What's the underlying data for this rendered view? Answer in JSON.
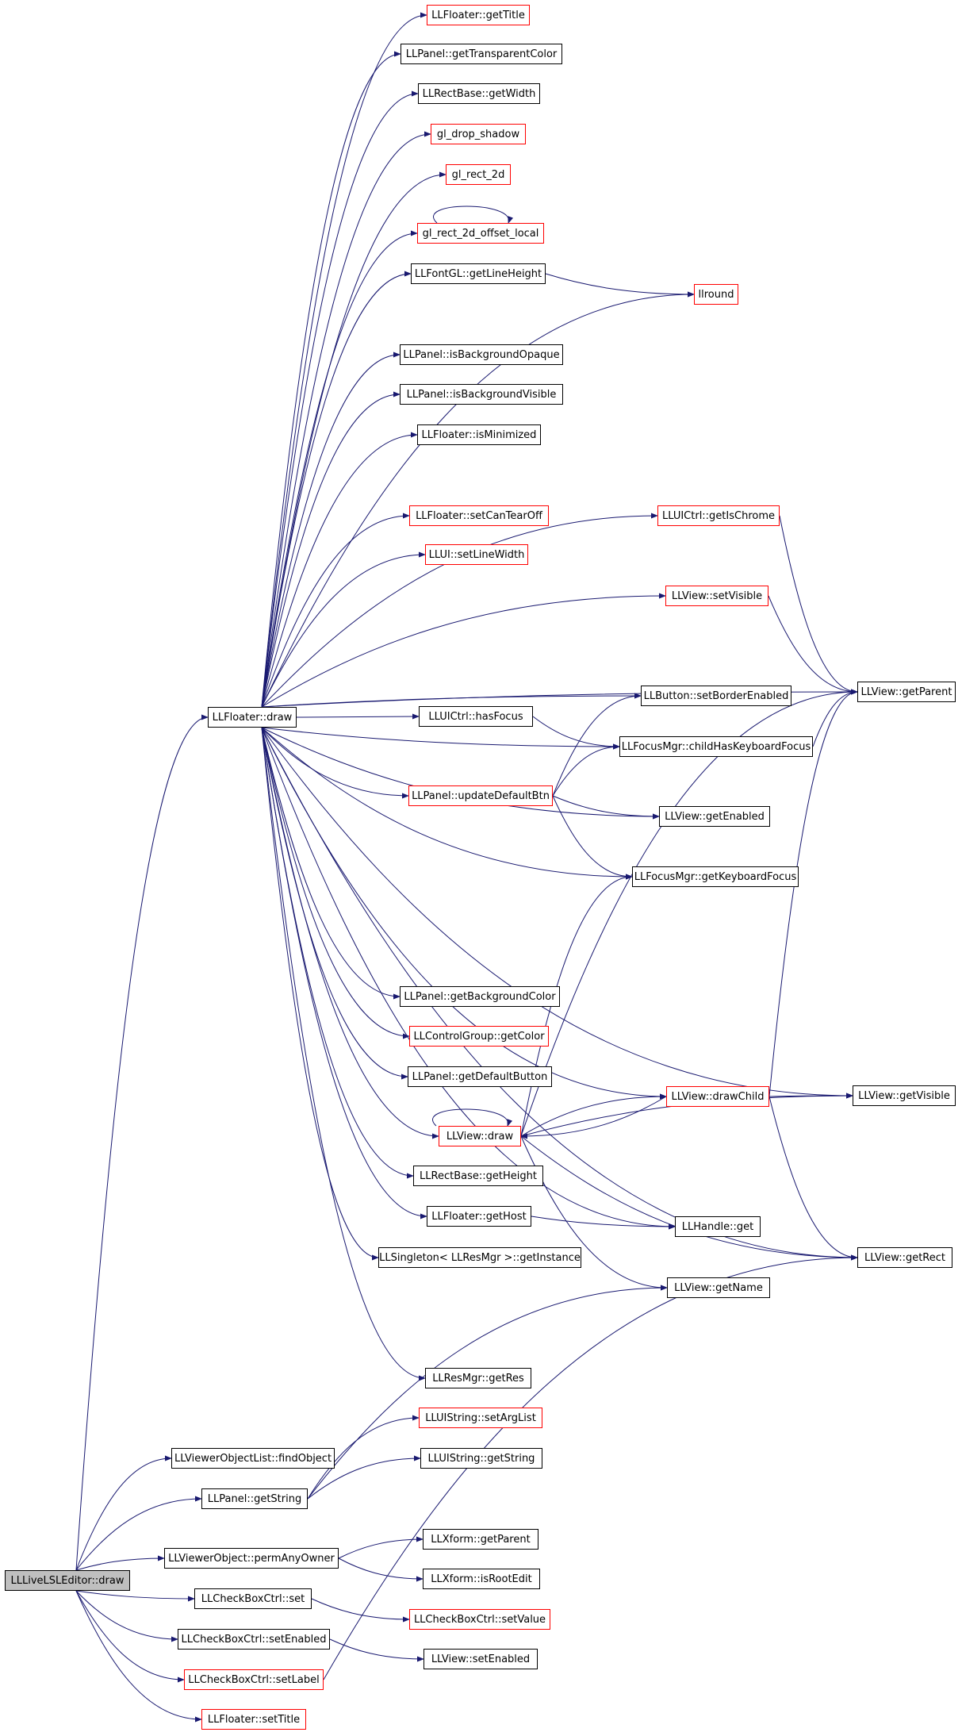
{
  "graph": {
    "colors": {
      "edge": "#191970",
      "border_default": "#000000",
      "border_truncated": "#ff0000",
      "root_fill": "#bfbfbf"
    },
    "nodes": [
      {
        "id": "lllivelsleditor_draw",
        "label": "LLLiveLSLEditor::draw",
        "style": "root"
      },
      {
        "id": "llfloater_draw",
        "label": "LLFloater::draw",
        "style": "black"
      },
      {
        "id": "llfloater_gettitle",
        "label": "LLFloater::getTitle",
        "style": "red"
      },
      {
        "id": "llpanel_gettransparentcolor",
        "label": "LLPanel::getTransparentColor",
        "style": "black"
      },
      {
        "id": "llrectbase_getwidth",
        "label": "LLRectBase::getWidth",
        "style": "black"
      },
      {
        "id": "gl_drop_shadow",
        "label": "gl_drop_shadow",
        "style": "red"
      },
      {
        "id": "gl_rect_2d",
        "label": "gl_rect_2d",
        "style": "red"
      },
      {
        "id": "gl_rect_2d_offset_local",
        "label": "gl_rect_2d_offset_local",
        "style": "red"
      },
      {
        "id": "llfontgl_getlineheight",
        "label": "LLFontGL::getLineHeight",
        "style": "black"
      },
      {
        "id": "llround",
        "label": "llround",
        "style": "red"
      },
      {
        "id": "llpanel_isbackgroundopaque",
        "label": "LLPanel::isBackgroundOpaque",
        "style": "black"
      },
      {
        "id": "llpanel_isbackgroundvisible",
        "label": "LLPanel::isBackgroundVisible",
        "style": "black"
      },
      {
        "id": "llfloater_isminimized",
        "label": "LLFloater::isMinimized",
        "style": "black"
      },
      {
        "id": "llfloater_setcantearoff",
        "label": "LLFloater::setCanTearOff",
        "style": "red"
      },
      {
        "id": "lluictrl_getischrome",
        "label": "LLUICtrl::getIsChrome",
        "style": "red"
      },
      {
        "id": "llui_setlinewidth",
        "label": "LLUI::setLineWidth",
        "style": "red"
      },
      {
        "id": "llview_setvisible",
        "label": "LLView::setVisible",
        "style": "red"
      },
      {
        "id": "llview_getparent",
        "label": "LLView::getParent",
        "style": "black"
      },
      {
        "id": "llbutton_setborderenabled",
        "label": "LLButton::setBorderEnabled",
        "style": "black"
      },
      {
        "id": "lluictrl_hasfocus",
        "label": "LLUICtrl::hasFocus",
        "style": "black"
      },
      {
        "id": "llfocusmgr_childhaskeyboardfocus",
        "label": "LLFocusMgr::childHasKeyboardFocus",
        "style": "black"
      },
      {
        "id": "llpanel_updatedefaultbtn",
        "label": "LLPanel::updateDefaultBtn",
        "style": "red"
      },
      {
        "id": "llview_getenabled",
        "label": "LLView::getEnabled",
        "style": "black"
      },
      {
        "id": "llfocusmgr_getkeyboardfocus",
        "label": "LLFocusMgr::getKeyboardFocus",
        "style": "black"
      },
      {
        "id": "llpanel_getbackgroundcolor",
        "label": "LLPanel::getBackgroundColor",
        "style": "black"
      },
      {
        "id": "llcontrolgroup_getcolor",
        "label": "LLControlGroup::getColor",
        "style": "red"
      },
      {
        "id": "llpanel_getdefaultbutton",
        "label": "LLPanel::getDefaultButton",
        "style": "black"
      },
      {
        "id": "llview_drawchild",
        "label": "LLView::drawChild",
        "style": "red"
      },
      {
        "id": "llview_getvisible",
        "label": "LLView::getVisible",
        "style": "black"
      },
      {
        "id": "llview_draw",
        "label": "LLView::draw",
        "style": "red"
      },
      {
        "id": "llrectbase_getheight",
        "label": "LLRectBase::getHeight",
        "style": "black"
      },
      {
        "id": "llfloater_gethost",
        "label": "LLFloater::getHost",
        "style": "black"
      },
      {
        "id": "llhandle_get",
        "label": "LLHandle::get",
        "style": "black"
      },
      {
        "id": "llsingleton_getinstance",
        "label": "LLSingleton< LLResMgr >::getInstance",
        "style": "black"
      },
      {
        "id": "llview_getrect",
        "label": "LLView::getRect",
        "style": "black"
      },
      {
        "id": "llview_getname",
        "label": "LLView::getName",
        "style": "black"
      },
      {
        "id": "llresmgr_getres",
        "label": "LLResMgr::getRes",
        "style": "black"
      },
      {
        "id": "lluistring_setarglist",
        "label": "LLUIString::setArgList",
        "style": "red"
      },
      {
        "id": "llviewerobjectlist_findobject",
        "label": "LLViewerObjectList::findObject",
        "style": "black"
      },
      {
        "id": "lluistring_getstring",
        "label": "LLUIString::getString",
        "style": "black"
      },
      {
        "id": "llpanel_getstring",
        "label": "LLPanel::getString",
        "style": "black"
      },
      {
        "id": "llxform_getparent",
        "label": "LLXform::getParent",
        "style": "black"
      },
      {
        "id": "llviewerobject_permanyowner",
        "label": "LLViewerObject::permAnyOwner",
        "style": "black"
      },
      {
        "id": "llxform_isrootedit",
        "label": "LLXform::isRootEdit",
        "style": "black"
      },
      {
        "id": "llcheckboxctrl_set",
        "label": "LLCheckBoxCtrl::set",
        "style": "black"
      },
      {
        "id": "llcheckboxctrl_setvalue",
        "label": "LLCheckBoxCtrl::setValue",
        "style": "red"
      },
      {
        "id": "llcheckboxctrl_setenabled",
        "label": "LLCheckBoxCtrl::setEnabled",
        "style": "black"
      },
      {
        "id": "llview_setenabled",
        "label": "LLView::setEnabled",
        "style": "black"
      },
      {
        "id": "llcheckboxctrl_setlabel",
        "label": "LLCheckBoxCtrl::setLabel",
        "style": "red"
      },
      {
        "id": "llfloater_settitle",
        "label": "LLFloater::setTitle",
        "style": "red"
      }
    ],
    "edges": [
      [
        "lllivelsleditor_draw",
        "llfloater_draw"
      ],
      [
        "lllivelsleditor_draw",
        "llviewerobjectlist_findobject"
      ],
      [
        "lllivelsleditor_draw",
        "llpanel_getstring"
      ],
      [
        "lllivelsleditor_draw",
        "llviewerobject_permanyowner"
      ],
      [
        "lllivelsleditor_draw",
        "llcheckboxctrl_set"
      ],
      [
        "lllivelsleditor_draw",
        "llcheckboxctrl_setenabled"
      ],
      [
        "lllivelsleditor_draw",
        "llcheckboxctrl_setlabel"
      ],
      [
        "lllivelsleditor_draw",
        "llfloater_settitle"
      ],
      [
        "llfloater_draw",
        "llfloater_gettitle"
      ],
      [
        "llfloater_draw",
        "llpanel_gettransparentcolor"
      ],
      [
        "llfloater_draw",
        "llrectbase_getwidth"
      ],
      [
        "llfloater_draw",
        "gl_drop_shadow"
      ],
      [
        "llfloater_draw",
        "gl_rect_2d"
      ],
      [
        "llfloater_draw",
        "gl_rect_2d_offset_local"
      ],
      [
        "llfloater_draw",
        "llfontgl_getlineheight"
      ],
      [
        "llfloater_draw",
        "llround"
      ],
      [
        "llfloater_draw",
        "llpanel_isbackgroundopaque"
      ],
      [
        "llfloater_draw",
        "llpanel_isbackgroundvisible"
      ],
      [
        "llfloater_draw",
        "llfloater_isminimized"
      ],
      [
        "llfloater_draw",
        "llfloater_setcantearoff"
      ],
      [
        "llfloater_draw",
        "lluictrl_getischrome"
      ],
      [
        "llfloater_draw",
        "llui_setlinewidth"
      ],
      [
        "llfloater_draw",
        "llview_setvisible"
      ],
      [
        "llfloater_draw",
        "llview_getparent"
      ],
      [
        "llfloater_draw",
        "llbutton_setborderenabled"
      ],
      [
        "llfloater_draw",
        "lluictrl_hasfocus"
      ],
      [
        "llfloater_draw",
        "llfocusmgr_childhaskeyboardfocus"
      ],
      [
        "llfloater_draw",
        "llpanel_updatedefaultbtn"
      ],
      [
        "llfloater_draw",
        "llview_getenabled"
      ],
      [
        "llfloater_draw",
        "llfocusmgr_getkeyboardfocus"
      ],
      [
        "llfloater_draw",
        "llview_getvisible"
      ],
      [
        "llfloater_draw",
        "llpanel_getbackgroundcolor"
      ],
      [
        "llfloater_draw",
        "llcontrolgroup_getcolor"
      ],
      [
        "llfloater_draw",
        "llpanel_getdefaultbutton"
      ],
      [
        "llfloater_draw",
        "llview_drawchild"
      ],
      [
        "llfloater_draw",
        "llview_draw"
      ],
      [
        "llfloater_draw",
        "llrectbase_getheight"
      ],
      [
        "llfloater_draw",
        "llfloater_gethost"
      ],
      [
        "llfloater_draw",
        "llsingleton_getinstance"
      ],
      [
        "llfloater_draw",
        "llhandle_get"
      ],
      [
        "llfloater_draw",
        "llview_getrect"
      ],
      [
        "llfloater_draw",
        "llresmgr_getres"
      ],
      [
        "gl_rect_2d_offset_local",
        "gl_rect_2d_offset_local"
      ],
      [
        "llfontgl_getlineheight",
        "llround"
      ],
      [
        "lluictrl_getischrome",
        "llview_getparent"
      ],
      [
        "llview_setvisible",
        "llview_getparent"
      ],
      [
        "lluictrl_hasfocus",
        "llfocusmgr_childhaskeyboardfocus"
      ],
      [
        "llfocusmgr_childhaskeyboardfocus",
        "llview_getparent"
      ],
      [
        "llpanel_updatedefaultbtn",
        "llbutton_setborderenabled"
      ],
      [
        "llpanel_updatedefaultbtn",
        "llfocusmgr_childhaskeyboardfocus"
      ],
      [
        "llpanel_updatedefaultbtn",
        "llview_getenabled"
      ],
      [
        "llpanel_updatedefaultbtn",
        "llfocusmgr_getkeyboardfocus"
      ],
      [
        "llview_drawchild",
        "llview_getparent"
      ],
      [
        "llview_drawchild",
        "llview_getvisible"
      ],
      [
        "llview_drawchild",
        "llview_getrect"
      ],
      [
        "llview_drawchild",
        "llview_draw"
      ],
      [
        "llview_draw",
        "llview_draw"
      ],
      [
        "llview_draw",
        "llview_drawchild"
      ],
      [
        "llview_draw",
        "llview_getvisible"
      ],
      [
        "llview_draw",
        "llfocusmgr_getkeyboardfocus"
      ],
      [
        "llview_draw",
        "llview_getrect"
      ],
      [
        "llview_draw",
        "llview_getname"
      ],
      [
        "llview_draw",
        "llview_getparent"
      ],
      [
        "llfloater_gethost",
        "llhandle_get"
      ],
      [
        "llpanel_getstring",
        "lluistring_setarglist"
      ],
      [
        "llpanel_getstring",
        "lluistring_getstring"
      ],
      [
        "llpanel_getstring",
        "llview_getname"
      ],
      [
        "llviewerobject_permanyowner",
        "llxform_getparent"
      ],
      [
        "llviewerobject_permanyowner",
        "llxform_isrootedit"
      ],
      [
        "llcheckboxctrl_set",
        "llcheckboxctrl_setvalue"
      ],
      [
        "llcheckboxctrl_setenabled",
        "llview_setenabled"
      ],
      [
        "llcheckboxctrl_setlabel",
        "llview_getrect"
      ]
    ]
  }
}
